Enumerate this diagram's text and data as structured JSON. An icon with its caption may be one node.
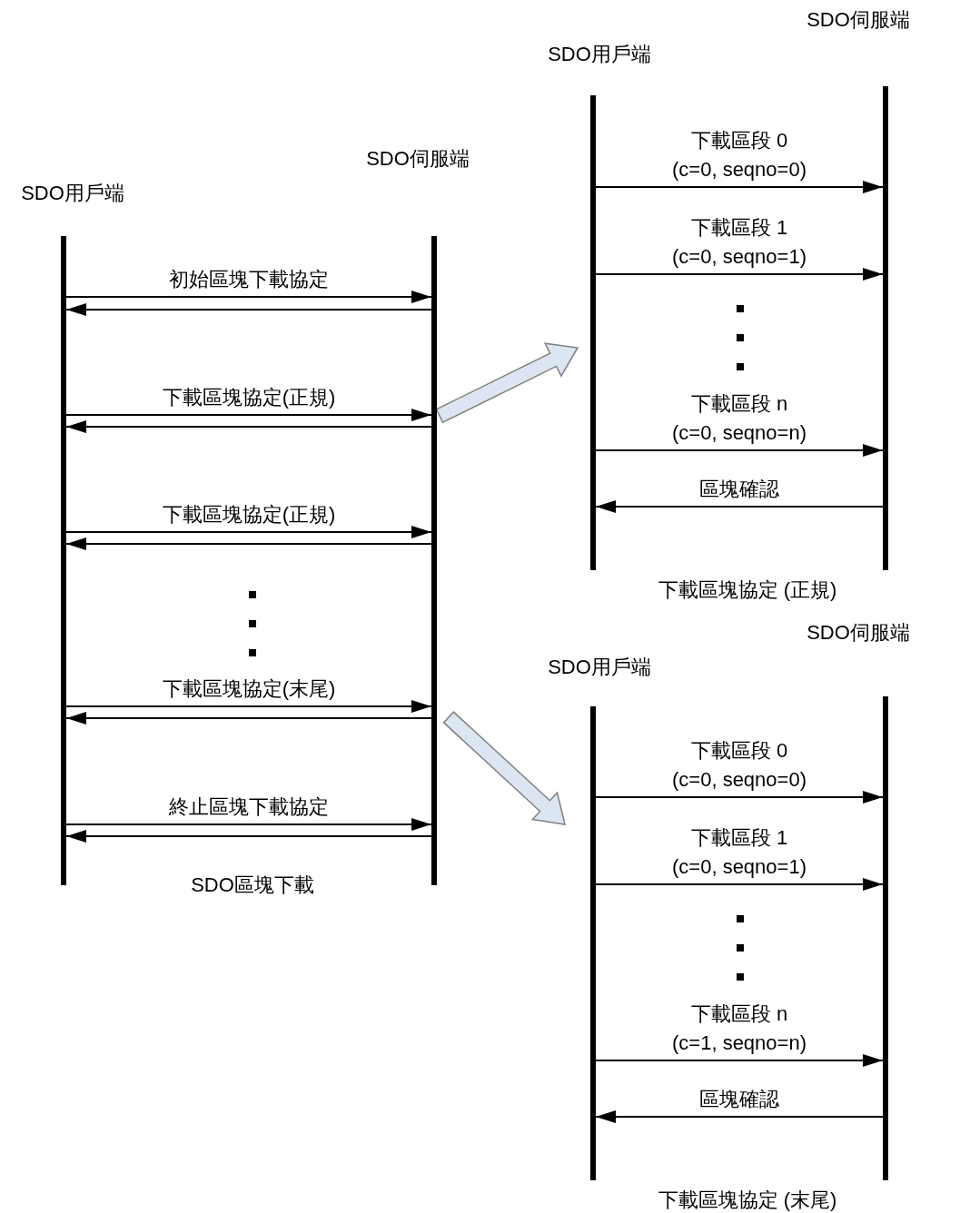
{
  "diagram": {
    "nodes": [
      {
        "text": [
          "SDO用戶端"
        ]
      },
      {
        "text": [
          "SDO伺服端"
        ]
      },
      {
        "text": [
          "SDO用戶端"
        ]
      },
      {
        "text": [
          "SDO伺服端"
        ]
      },
      {
        "text": [
          "SDO用戶端"
        ]
      },
      {
        "text": [
          "SDO伺服端"
        ]
      }
    ],
    "edges": [
      {
        "from": 0,
        "to": 1,
        "arrow": "to",
        "label": "初始區塊下載協定"
      },
      {
        "from": 1,
        "to": 0,
        "arrow": "to"
      },
      {
        "from": 0,
        "to": 1,
        "arrow": "to",
        "label": "下載區塊協定(正規)"
      },
      {
        "from": 1,
        "to": 0,
        "arrow": "to"
      },
      {
        "from": 0,
        "to": 1,
        "arrow": "to",
        "label": "下載區塊協定(正規)"
      },
      {
        "from": 1,
        "to": 0,
        "arrow": "to"
      },
      {
        "from": 0,
        "to": 1,
        "arrow": "to",
        "label": "下載區塊協定(末尾)"
      },
      {
        "from": 1,
        "to": 0,
        "arrow": "to"
      },
      {
        "from": 0,
        "to": 1,
        "arrow": "to",
        "label": "終止區塊下載協定"
      },
      {
        "from": 1,
        "to": 0,
        "arrow": "to"
      },
      {
        "from": 2,
        "to": 3,
        "arrow": "to",
        "label": "下載區段 0 (c=0, seqno=0)"
      },
      {
        "from": 2,
        "to": 3,
        "arrow": "to",
        "label": "下載區段 1 (c=0, seqno=1)"
      },
      {
        "from": 2,
        "to": 3,
        "arrow": "to",
        "label": "下載區段 n (c=0, seqno=n)"
      },
      {
        "from": 3,
        "to": 2,
        "arrow": "to",
        "label": "區塊確認"
      },
      {
        "from": 4,
        "to": 5,
        "arrow": "to",
        "label": "下載區段 0 (c=0, seqno=0)"
      },
      {
        "from": 4,
        "to": 5,
        "arrow": "to",
        "label": "下載區段 1 (c=0, seqno=1)"
      },
      {
        "from": 4,
        "to": 5,
        "arrow": "to",
        "label": "下載區段 n (c=1, seqno=n)"
      },
      {
        "from": 5,
        "to": 4,
        "arrow": "to",
        "label": "區塊確認"
      },
      {
        "from": 1,
        "to": 2,
        "arrow": "to",
        "style": "thick",
        "color": "#dce6f2"
      },
      {
        "from": 1,
        "to": 4,
        "arrow": "to",
        "style": "thick",
        "color": "#dce6f2"
      }
    ],
    "labels": [
      "SDO區塊下載",
      "下載區塊協定 (正規)",
      "下載區塊協定 (末尾)"
    ]
  }
}
